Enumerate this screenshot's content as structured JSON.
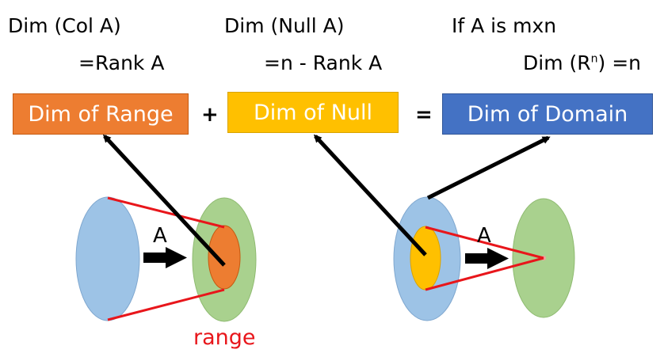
{
  "labels": {
    "dim_col": "Dim (Col A)",
    "rank": "=Rank A",
    "dim_null": "Dim (Null A)",
    "n_minus_rank": "=n - Rank A",
    "if_a": "If A is mxn",
    "dim_rn_prefix": "Dim (R",
    "dim_rn_sup": "n",
    "dim_rn_suffix": ") =n"
  },
  "boxes": {
    "range": "Dim of Range",
    "null": "Dim of Null",
    "domain": "Dim of Domain"
  },
  "operators": {
    "plus": "+",
    "equals": "="
  },
  "diagram": {
    "map_label_left": "A",
    "map_label_right": "A",
    "range_label": "range"
  },
  "colors": {
    "range_box": "#ed7d31",
    "null_box": "#ffc000",
    "domain_box": "#4472c4",
    "domain_ellipse": "#9dc3e6",
    "codomain_ellipse": "#a9d18e",
    "range_ellipse": "#ed7d31",
    "null_ellipse": "#ffc000",
    "mapping_line": "#e8161b"
  }
}
